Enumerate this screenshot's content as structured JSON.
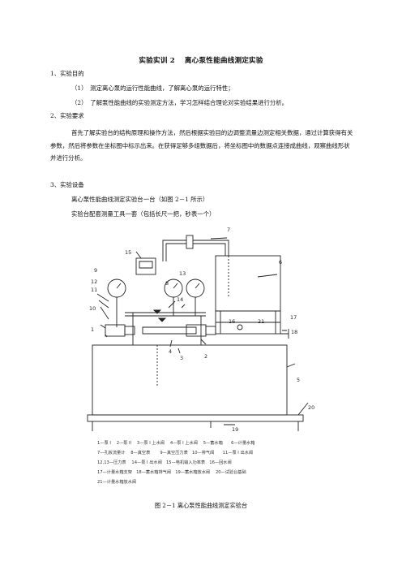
{
  "doc": {
    "title": "实验实训 2　 离心泵性能曲线测定实验",
    "s1_heading": "1、实验目的",
    "s1_item1": "（1）　测定离心泵的运行性能曲线，了解离心泵的运行特性；",
    "s1_item2": "（2）　了解泵性能曲线的实验测定方法，学习怎样结合理论对实验结果进行分析。",
    "s2_heading": "2、实验要求",
    "s2_para": "首先了解实验台的结构原理和操作方法，然后根据实验目的边调整流量边测定相关数据，通过计算获得有关参数，然后将参数在坐标图中标示出来。在获得足够多组数据后，将坐标图中的数据点连接成曲线，观察曲线形状并进行分析。",
    "s3_heading": "3、实验设备",
    "s3_line1": "离心泵性能曲线测定实验台一台（如图 2－1 所示）",
    "s3_line2": "实验台配套测量工具一套（包括长尺一把，秒表一个）"
  },
  "figure": {
    "labels": {
      "n1": "1",
      "n2": "2",
      "n3": "3",
      "n4": "4",
      "n5": "5",
      "n6": "6",
      "n7": "7",
      "n8": "8",
      "n9": "9",
      "n10": "10",
      "n11": "11",
      "n12": "12",
      "n13": "13",
      "n14": "14",
      "n15": "15",
      "n16": "16",
      "n17": "17",
      "n18": "18",
      "n19": "19",
      "n20": "20",
      "n21": "21"
    },
    "legend": {
      "row1": "1—泵 I　 2—泵 II　 3—泵 I 上水阀　 4—泵 I 上水阀　 5—蓄水箱　　6—计量水箱",
      "row2": "7—孔板流量计　 8—真空表　　 9—真空压力表　10—排气阀　　11—泵 I 出水阀",
      "row3": "12,13—压力表　 14—泵 I 出水阀　15—电机输入功率表　16—回水阀",
      "row4": "17—计量水箱支架　18—蓄水箱排气阀　19—蓄水箱放水阀　 20—试验台基础",
      "row5": "21—计量水箱放水阀"
    },
    "caption": "图 2－1 离心泵性能曲线测定实验台"
  }
}
